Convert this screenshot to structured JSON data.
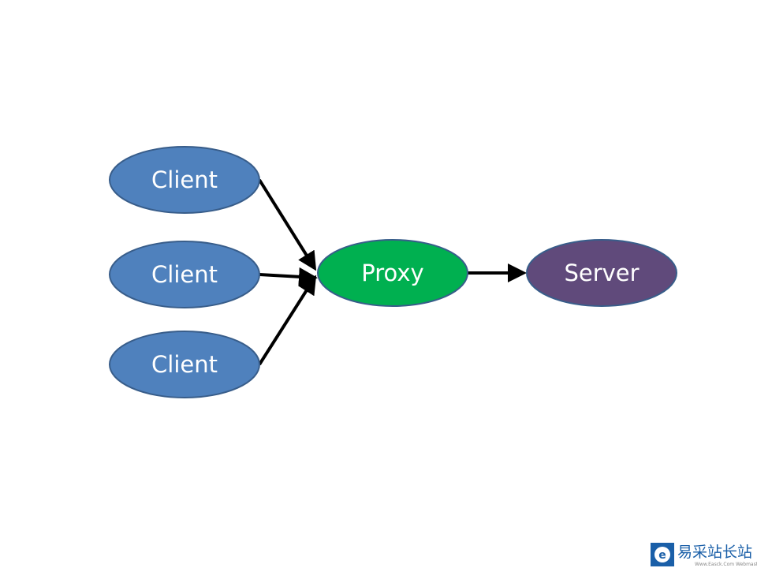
{
  "nodes": [
    {
      "id": "client1",
      "label": "Client",
      "color": "#4f81bd"
    },
    {
      "id": "client2",
      "label": "Client",
      "color": "#4f81bd"
    },
    {
      "id": "client3",
      "label": "Client",
      "color": "#4f81bd"
    },
    {
      "id": "proxy",
      "label": "Proxy",
      "color": "#00b050"
    },
    {
      "id": "server",
      "label": "Server",
      "color": "#604a7b"
    }
  ],
  "edges": [
    {
      "from": "client1",
      "to": "proxy"
    },
    {
      "from": "client2",
      "to": "proxy"
    },
    {
      "from": "client3",
      "to": "proxy"
    },
    {
      "from": "proxy",
      "to": "server"
    }
  ],
  "watermark": {
    "text": "易采站长站",
    "subtext": "Www.Easck.Com Webmaster",
    "color": "#1a5fa8"
  }
}
